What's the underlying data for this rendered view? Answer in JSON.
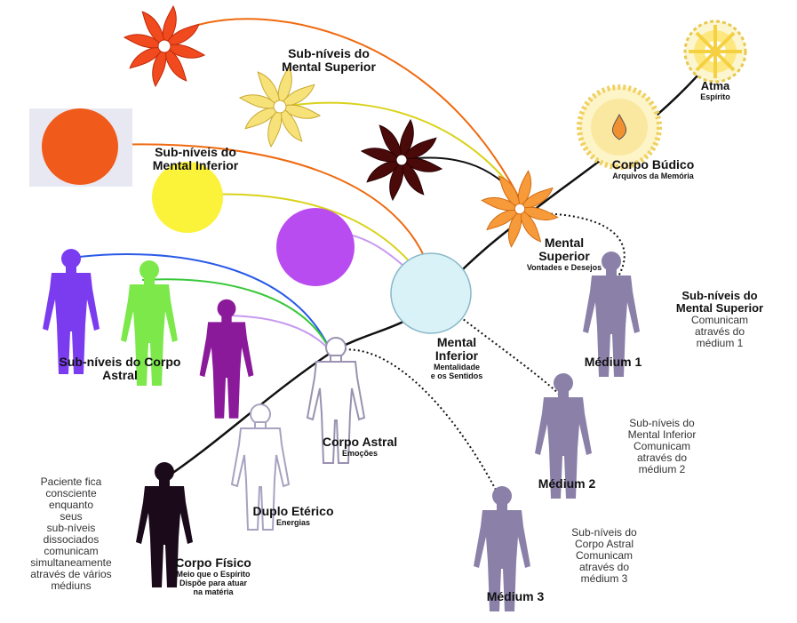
{
  "labels": {
    "atma": {
      "title": "Atma",
      "sub": "Espírito"
    },
    "budico": {
      "title": "Corpo Búdico",
      "sub": "Arquivos da Memória"
    },
    "mental_superior": {
      "title_1": "Mental",
      "title_2": "Superior",
      "sub": "Vontades e Desejos"
    },
    "mental_inferior": {
      "title_1": "Mental",
      "title_2": "Inferior",
      "sub_1": "Mentalidade",
      "sub_2": "e os Sentidos"
    },
    "corpo_astral": {
      "title": "Corpo Astral",
      "sub": "Emoções"
    },
    "duplo_eterico": {
      "title": "Duplo Etérico",
      "sub": "Energias"
    },
    "corpo_fisico": {
      "title": "Corpo Físico",
      "sub_1": "Meio que o Espírito",
      "sub_2": "Dispõe para atuar",
      "sub_3": "na matéria"
    },
    "subniveis_mental_superior": {
      "line_1": "Sub-níveis do",
      "line_2": "Mental Superior"
    },
    "subniveis_mental_inferior": {
      "line_1": "Sub-níveis do",
      "line_2": "Mental Inferior"
    },
    "subniveis_corpo_astral": {
      "line_1": "Sub-níveis do Corpo",
      "line_2": "Astral"
    },
    "medium_1": {
      "title": "Médium 1",
      "note_1": "Sub-níveis do",
      "note_2": "Mental Superior",
      "note_3": "Comunicam",
      "note_4": "através do",
      "note_5": "médium 1"
    },
    "medium_2": {
      "title": "Médium 2",
      "note_1": "Sub-níveis do",
      "note_2": "Mental Inferior",
      "note_3": "Comunicam",
      "note_4": "através do",
      "note_5": "médium 2"
    },
    "medium_3": {
      "title": "Médium 3",
      "note_1": "Sub-níveis do",
      "note_2": "Corpo Astral",
      "note_3": "Comunicam",
      "note_4": "através do",
      "note_5": "médium 3"
    },
    "paciente": {
      "l1": "Paciente fica",
      "l2": "consciente",
      "l3": "enquanto",
      "l4": "seus",
      "l5": "sub-níveis",
      "l6": "dissociados",
      "l7": "comunicam",
      "l8": "simultaneamente",
      "l9": "através de vários",
      "l10": "médiuns"
    }
  },
  "colors": {
    "red_flower": "#f04a1e",
    "yellow_flower": "#f7e27a",
    "maroon_flower": "#4a0a0a",
    "orange_flower": "#f79a3a",
    "orange_sphere": "#f05a1a",
    "yellow_sphere": "#fbf23a",
    "purple_sphere": "#b94cf0",
    "pale_sphere": "#d8f2f7",
    "blue_figure": "#7b3cf0",
    "green_figure": "#7ce84a",
    "purple_figure": "#8a1a9a",
    "gray_figure": "#8a80a8",
    "line_orange": "#ef6a10",
    "line_yellow": "#d9d21a",
    "line_lavender": "#c79aef",
    "line_blue": "#2a5ae8",
    "line_green": "#3ac83a",
    "line_black": "#111111"
  },
  "icons": [
    "atma-sun-icon",
    "budico-sun-icon",
    "flower-icon",
    "sphere-icon",
    "human-figure-icon"
  ]
}
